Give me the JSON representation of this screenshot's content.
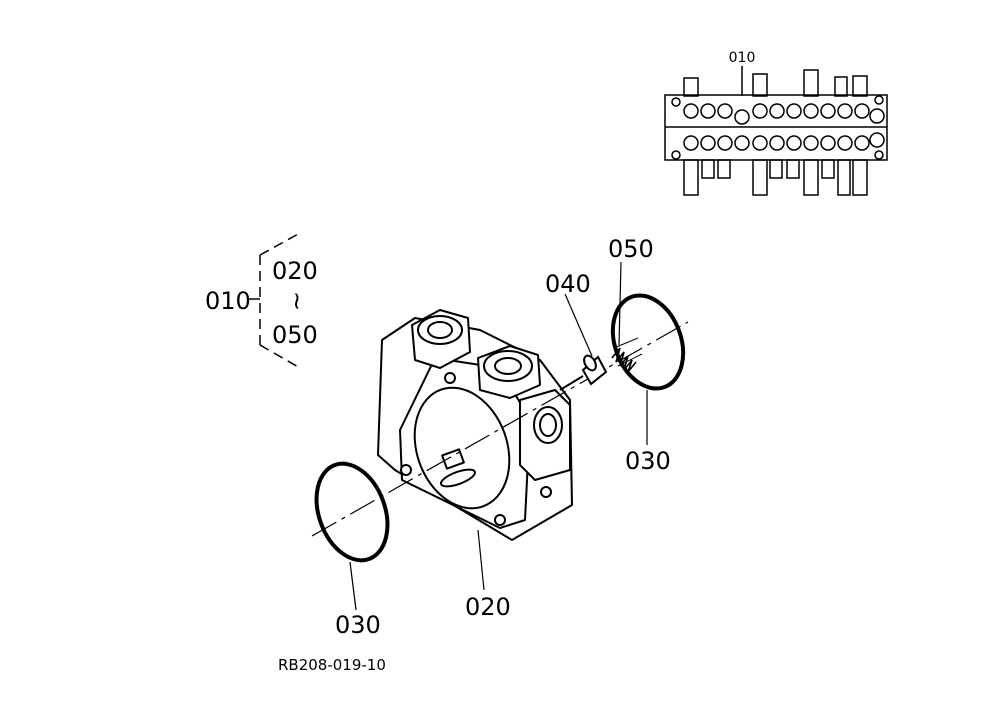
{
  "labels": {
    "ref_010_top": "010",
    "ref_010_group": "010",
    "ref_020_group": "020",
    "ref_range_tilde": "~",
    "ref_050_group": "050",
    "ref_040": "040",
    "ref_050": "050",
    "ref_030_right": "030",
    "ref_030_left": "030",
    "ref_020": "020"
  },
  "drawing_code": "RB208-019-10",
  "colors": {
    "ink": "#000000",
    "paper": "#ffffff"
  }
}
